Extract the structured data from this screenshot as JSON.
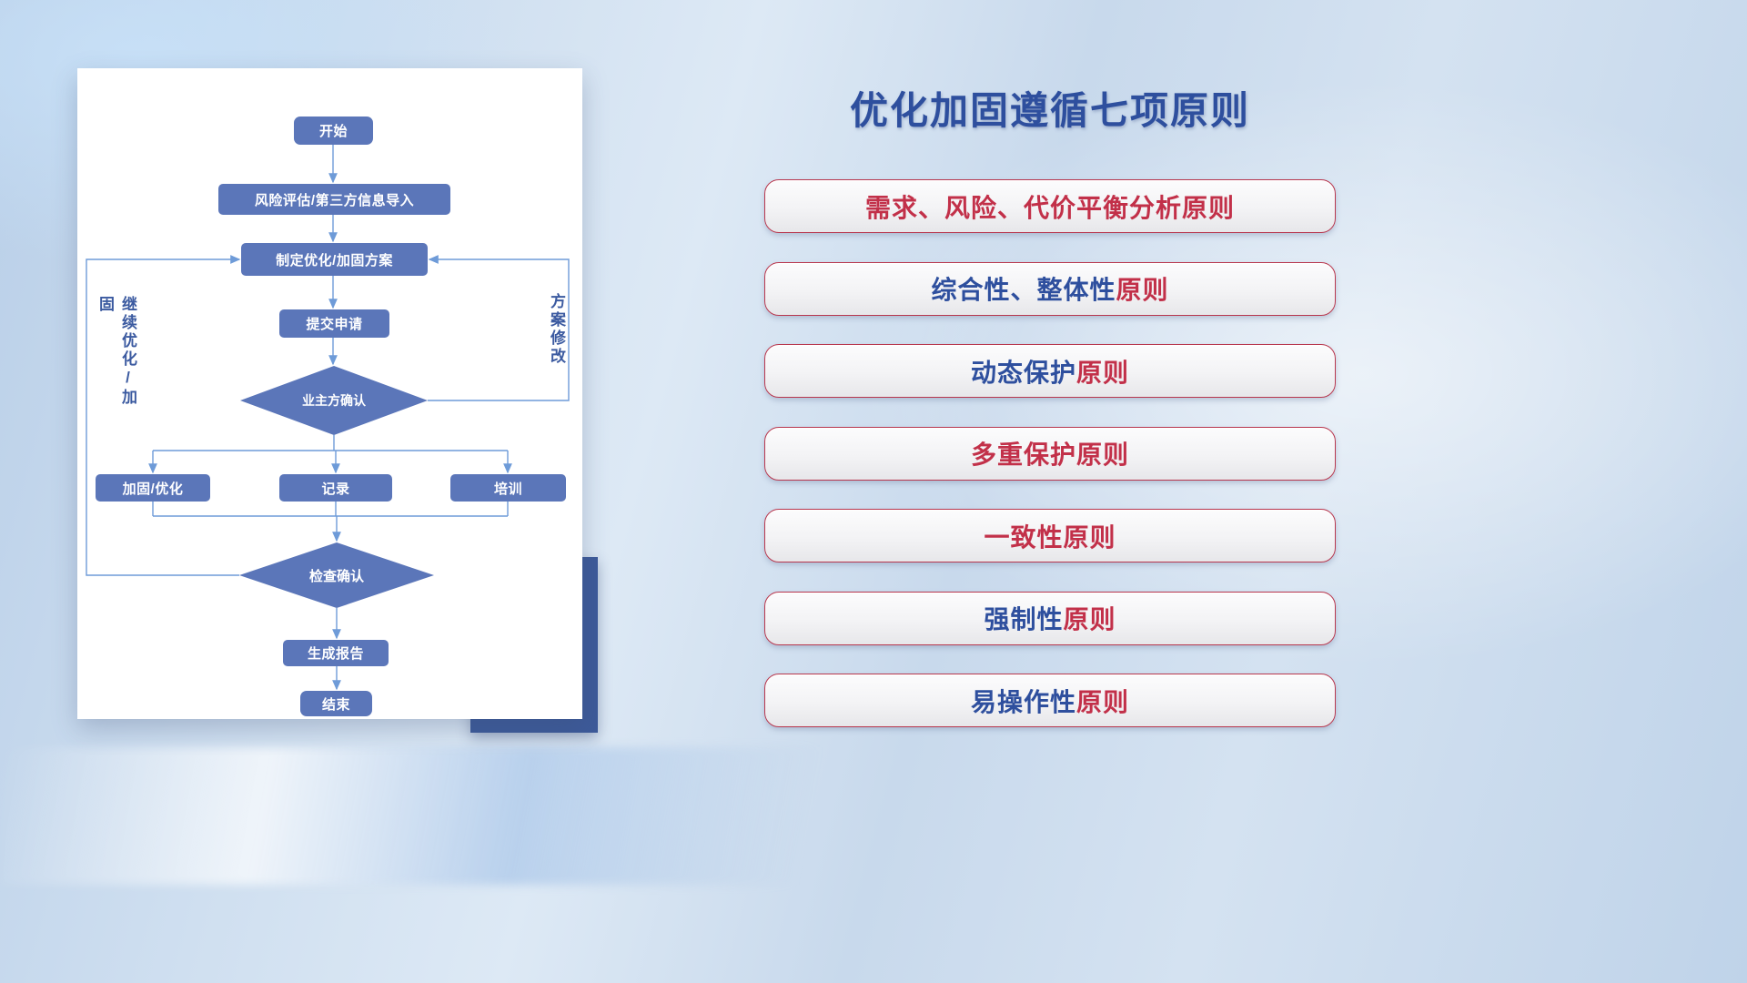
{
  "title": "优化加固遵循七项原则",
  "colors": {
    "accent_blue": "#2e4f9e",
    "accent_red": "#c23049",
    "node_blue": "#5b76b9",
    "line_blue": "#6e9bd8",
    "offset_rect": "#3d5a99",
    "card_bg": "#ffffff"
  },
  "flowchart": {
    "nodes": {
      "start": "开始",
      "risk": "风险评估/第三方信息导入",
      "plan": "制定优化/加固方案",
      "submit": "提交申请",
      "owner_confirm": "业主方确认",
      "harden": "加固/优化",
      "record": "记录",
      "training": "培训",
      "check_confirm": "检查确认",
      "report": "生成报告",
      "end": "结束"
    },
    "loop_labels": {
      "left": "继续优化/加固",
      "right": "方案修改"
    }
  },
  "principles": [
    {
      "segments": [
        {
          "text": "需求、风险、代价平衡分析",
          "color": "red"
        },
        {
          "text": "原则",
          "color": "red"
        }
      ]
    },
    {
      "segments": [
        {
          "text": "综合性、整体性",
          "color": "blue"
        },
        {
          "text": "原则",
          "color": "red"
        }
      ]
    },
    {
      "segments": [
        {
          "text": "动态保护",
          "color": "blue"
        },
        {
          "text": "原则",
          "color": "red"
        }
      ]
    },
    {
      "segments": [
        {
          "text": "多重保护",
          "color": "red"
        },
        {
          "text": "原则",
          "color": "red"
        }
      ]
    },
    {
      "segments": [
        {
          "text": "一致性",
          "color": "red"
        },
        {
          "text": "原则",
          "color": "red"
        }
      ]
    },
    {
      "segments": [
        {
          "text": "强制性",
          "color": "blue"
        },
        {
          "text": "原则",
          "color": "red"
        }
      ]
    },
    {
      "segments": [
        {
          "text": "易操作性",
          "color": "blue"
        },
        {
          "text": "原则",
          "color": "red"
        }
      ]
    }
  ]
}
